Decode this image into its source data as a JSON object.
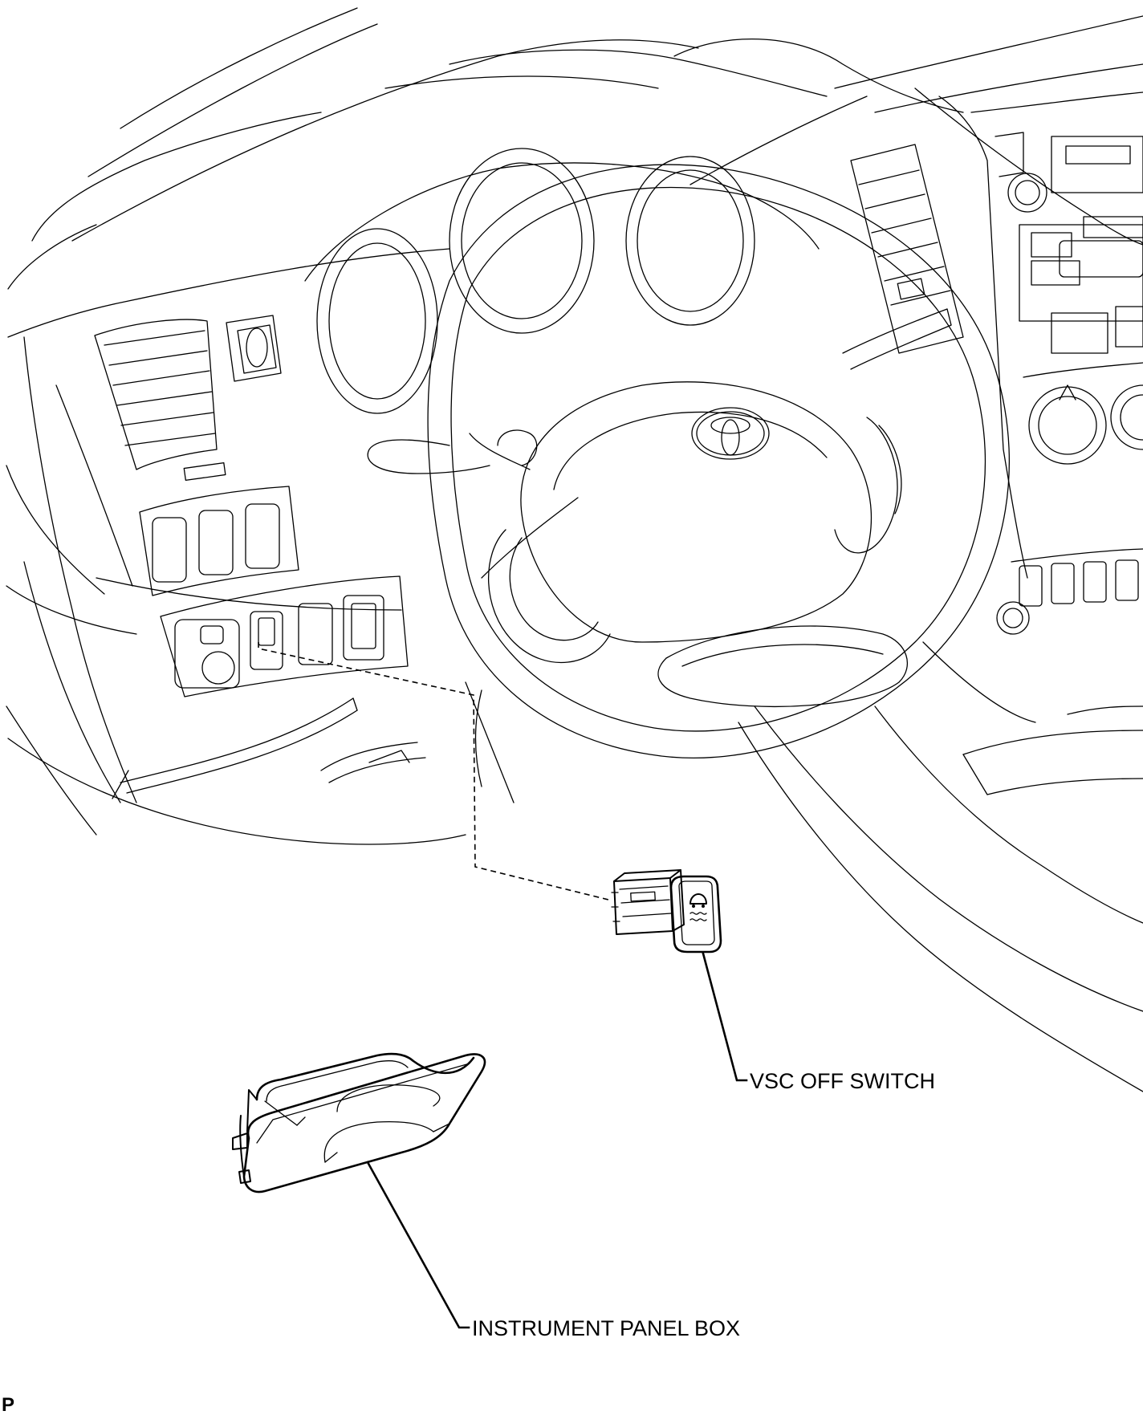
{
  "labels": {
    "vsc_off_switch": "VSC OFF SWITCH",
    "instrument_panel_box": "INSTRUMENT PANEL BOX",
    "corner_code": "P"
  },
  "icons": {
    "vsc_symbol": "skid-car-icon",
    "brand_emblem": "toyota-emblem-icon"
  },
  "colors": {
    "line": "#000000",
    "background": "#ffffff"
  }
}
